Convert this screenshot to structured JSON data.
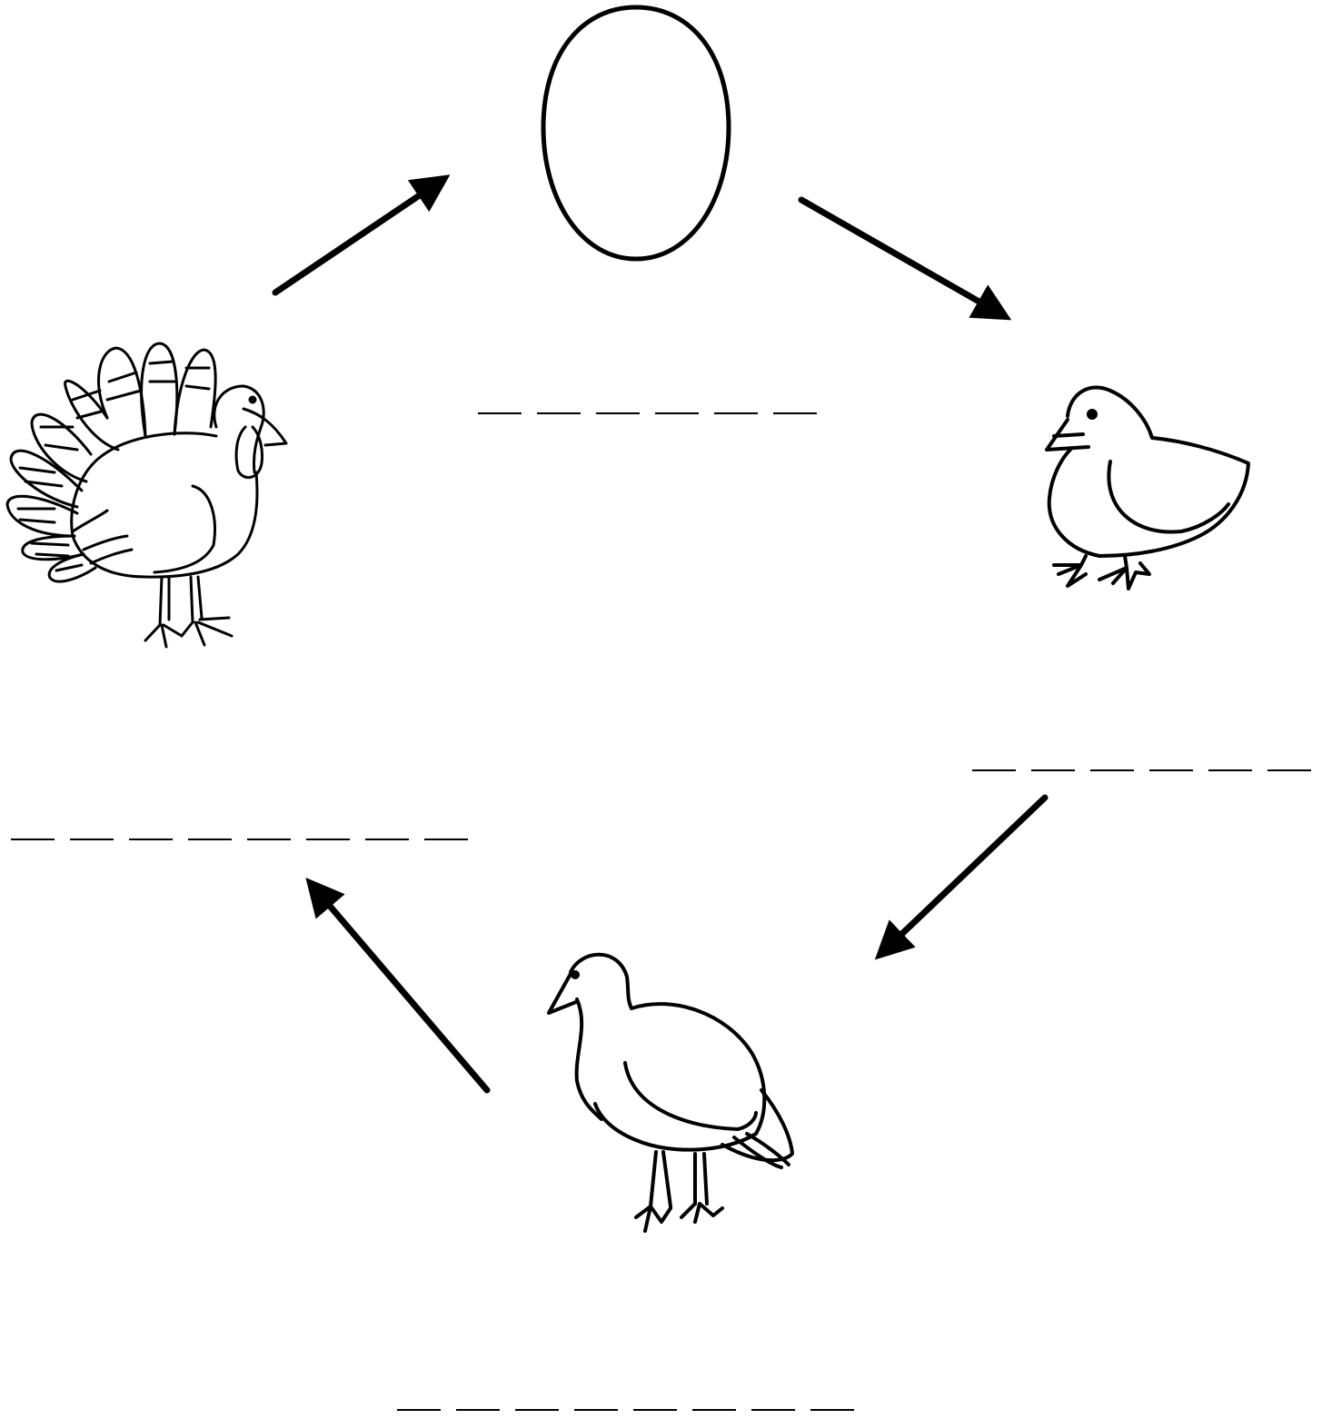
{
  "diagram": {
    "kind": "life-cycle",
    "stages": [
      {
        "id": "egg",
        "picture": "egg-outline",
        "answer_slots": 6
      },
      {
        "id": "hatchling",
        "picture": "chick-drawing",
        "answer_slots": 6
      },
      {
        "id": "juvenile",
        "picture": "young-turkey-drawing",
        "answer_slots": 8
      },
      {
        "id": "adult",
        "picture": "adult-turkey-drawing",
        "answer_slots": 8
      }
    ],
    "arrows": [
      {
        "from": "adult",
        "to": "egg"
      },
      {
        "from": "egg",
        "to": "hatchling"
      },
      {
        "from": "hatchling",
        "to": "juvenile"
      },
      {
        "from": "juvenile",
        "to": "adult"
      }
    ],
    "colors": {
      "ink": "#000000",
      "paper": "#ffffff"
    }
  }
}
